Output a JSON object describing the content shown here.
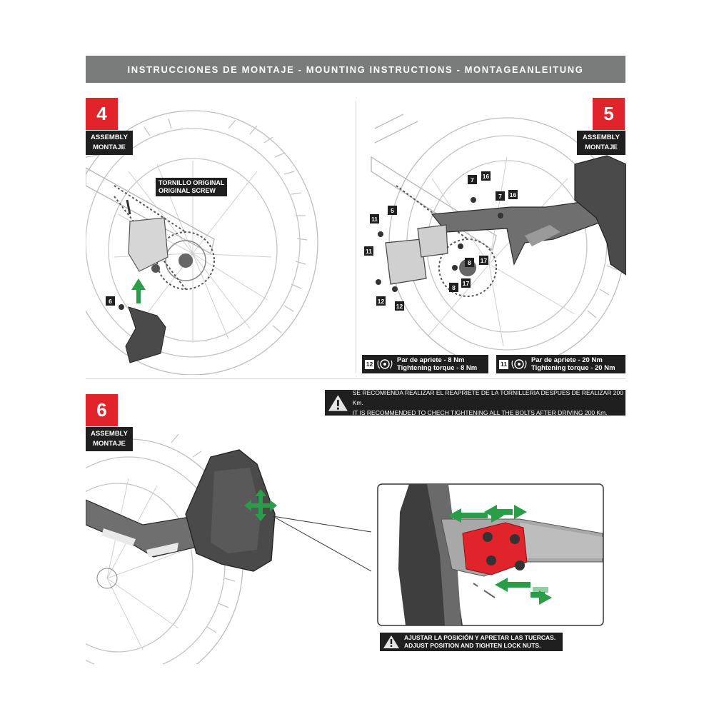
{
  "header": {
    "title": "INSTRUCCIONES DE MONTAJE - MOUNTING INSTRUCTIONS - MONTAGEANLEITUNG"
  },
  "steps": [
    {
      "number": "4",
      "label_en": "ASSEMBLY",
      "label_es": "MONTAJE"
    },
    {
      "number": "5",
      "label_en": "ASSEMBLY",
      "label_es": "MONTAJE"
    },
    {
      "number": "6",
      "label_en": "ASSEMBLY",
      "label_es": "MONTAJE"
    }
  ],
  "step4": {
    "screw_label_es": "TORNILLO ORIGINAL",
    "screw_label_en": "ORIGINAL SCREW",
    "part": "6"
  },
  "step5": {
    "parts": {
      "p7a": "7",
      "p16a": "16",
      "p7b": "7",
      "p16b": "16",
      "p5": "5",
      "p11a": "11",
      "p11b": "11",
      "p8a": "8",
      "p17a": "17",
      "p8b": "8",
      "p17b": "17",
      "p12a": "12",
      "p12b": "12"
    },
    "torque": [
      {
        "part": "12",
        "line_es": "Par de apriete - 8 Nm",
        "line_en": "Tightening torque - 8 Nm"
      },
      {
        "part": "11",
        "line_es": "Par de apriete - 20 Nm",
        "line_en": "Tightening torque - 20 Nm"
      }
    ]
  },
  "warning_top": {
    "line_es": "SE RECOMIENDA REALIZAR EL REAPRIETE DE LA TORNILLERIA DESPUES DE REALIZAR 200 Km.",
    "line_en": "IT IS RECOMMENDED TO CHECH TIGHTENING ALL THE BOLTS AFTER DRIVING 200 Km."
  },
  "warning_bottom": {
    "line_es": "AJUSTAR LA POSICIÓN Y APRETAR LAS TUERCAS.",
    "line_en": "ADJUST POSITION AND TIGHTEN LOCK NUTS."
  },
  "colors": {
    "accent": "#e1242b",
    "header_bg": "#7a7c7c",
    "label_bg": "#1f1f1f",
    "arrow_green": "#2a9d48"
  },
  "icons": [
    "warning-icon",
    "torque-wrench-icon",
    "move-arrows-icon",
    "up-arrow-icon"
  ]
}
